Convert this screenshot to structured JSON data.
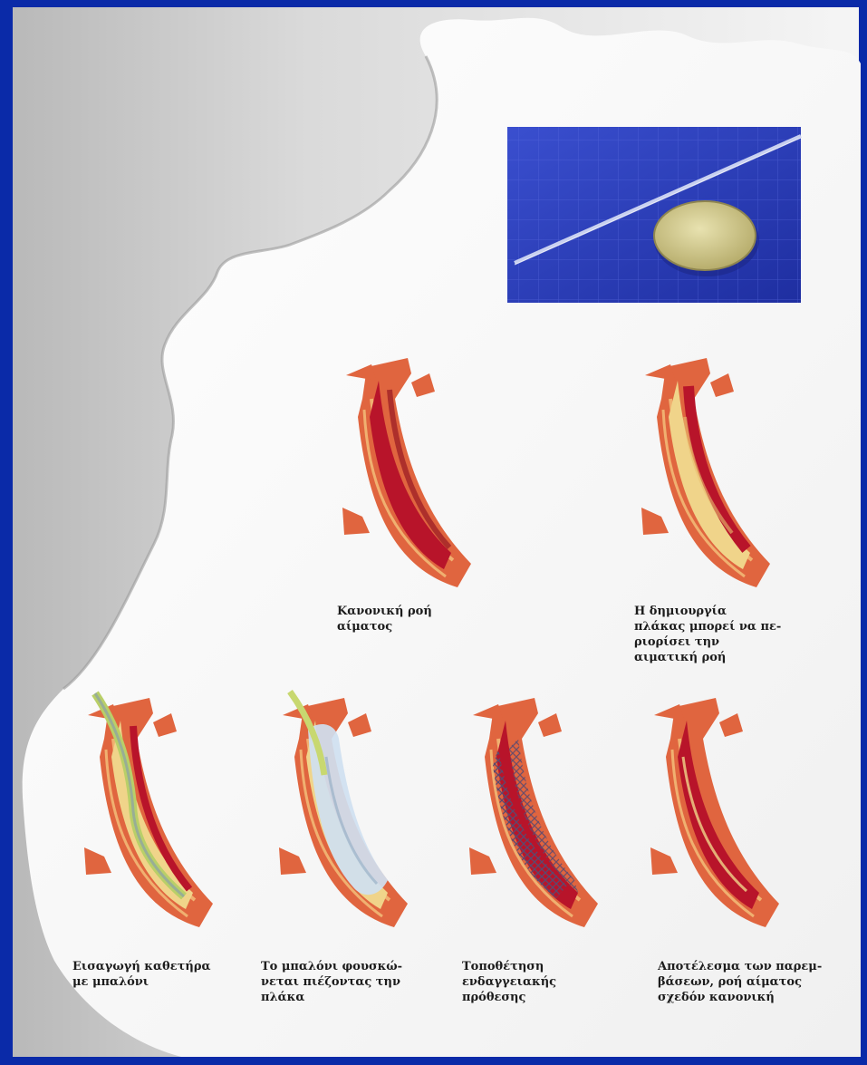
{
  "steps": [
    {
      "caption": "Κανονική ροή\nαίματος"
    },
    {
      "caption": "Η δημιουργία\nπλάκας μπορεί να πε-\nριορίσει την\nαιματική ροή"
    },
    {
      "caption": "Εισαγωγή καθετήρα\nμε μπαλόνι"
    },
    {
      "caption": "Το μπαλόνι φουσκώ-\nνεται πιέζοντας την\nπλάκα"
    },
    {
      "caption": "Τοποθέτηση\nενδαγγειακής\nπρόθεσης"
    },
    {
      "caption": "Αποτέλεσμα των παρεμ-\nβάσεων, ροή αίματος\nσχεδόν κανονική"
    }
  ],
  "colors": {
    "frame": "#0a2aa8",
    "paper": "#f4f4f4",
    "vessel_wall": "#e06040",
    "blood": "#b8102a",
    "plaque": "#f2d890",
    "catheter": "#c8d870",
    "balloon": "#cfe0f0",
    "stent": "#6b5a7a"
  }
}
